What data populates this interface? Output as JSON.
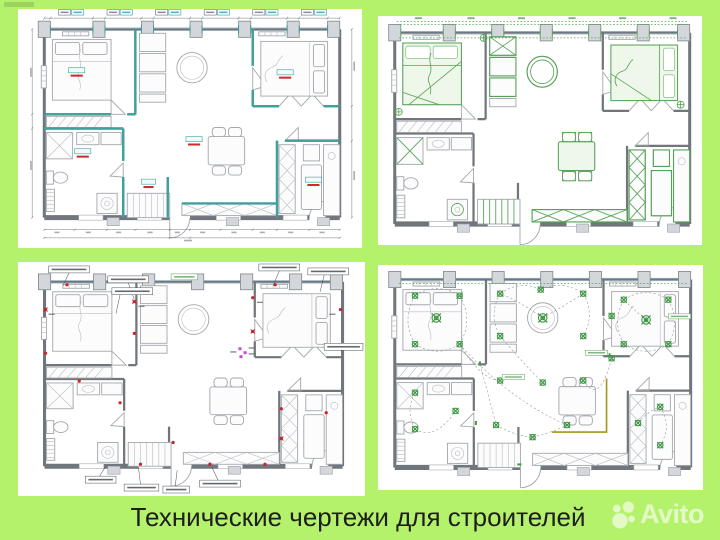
{
  "page": {
    "background_color": "#b5f26b"
  },
  "caption": {
    "text": "Технические чертежи для строителей",
    "color": "#1e1e1e"
  },
  "watermark": {
    "brand": "Avito",
    "color": "#ffffff",
    "opacity": 0.62
  },
  "panels": {
    "top_left": "construction-dimension-plan",
    "top_right": "furniture-plan",
    "bottom_left": "electrical-outlets-plan",
    "bottom_right": "lighting-plan"
  },
  "drawing_colors": {
    "partition_teal": "#3fa09c",
    "furniture_green": "#57a257",
    "electrical_red": "#c9252b",
    "special_magenta": "#c44fd0",
    "led_strip_olive": "#a6951d",
    "walls_gray": "#70767c",
    "column_fill": "#d3d6da"
  }
}
